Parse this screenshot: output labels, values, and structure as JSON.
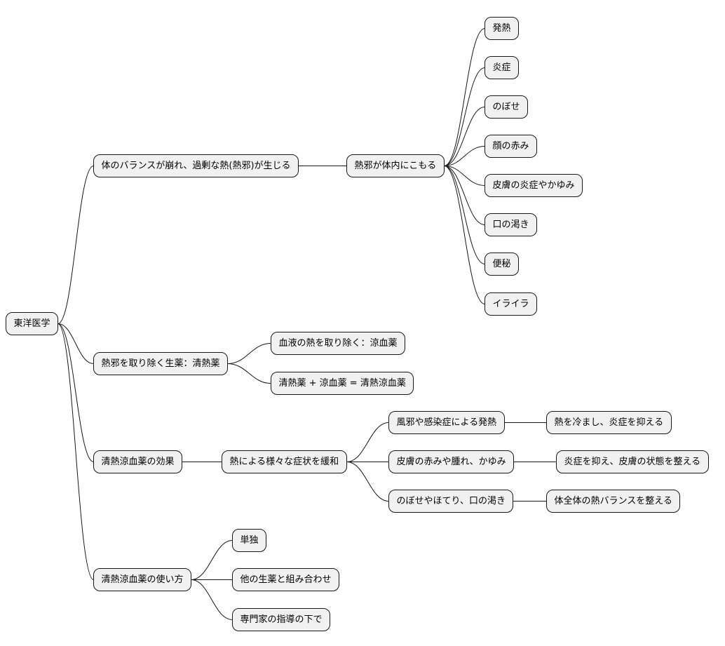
{
  "colors": {
    "node_fill": "#f1f1f1",
    "node_stroke": "#181818",
    "line": "#181818"
  },
  "mindmap": {
    "root": {
      "label": "東洋医学"
    },
    "branches": [
      {
        "label": "体のバランスが崩れ、過剰な熱(熱邪)が生じる",
        "children": [
          {
            "label": "熱邪が体内にこもる",
            "children": [
              {
                "label": "発熱"
              },
              {
                "label": "炎症"
              },
              {
                "label": "のぼせ"
              },
              {
                "label": "顔の赤み"
              },
              {
                "label": "皮膚の炎症やかゆみ"
              },
              {
                "label": "口の渇き"
              },
              {
                "label": "便秘"
              },
              {
                "label": "イライラ"
              }
            ]
          }
        ]
      },
      {
        "label": "熱邪を取り除く生薬：清熱薬",
        "children": [
          {
            "label": "血液の熱を取り除く：涼血薬"
          },
          {
            "label": "清熱薬 + 涼血薬 = 清熱涼血薬"
          }
        ]
      },
      {
        "label": "清熱涼血薬の効果",
        "children": [
          {
            "label": "熱による様々な症状を緩和",
            "children": [
              {
                "label": "風邪や感染症による発熱",
                "children": [
                  {
                    "label": "熱を冷まし、炎症を抑える"
                  }
                ]
              },
              {
                "label": "皮膚の赤みや腫れ、かゆみ",
                "children": [
                  {
                    "label": "炎症を抑え、皮膚の状態を整える"
                  }
                ]
              },
              {
                "label": "のぼせやほてり、口の渇き",
                "children": [
                  {
                    "label": "体全体の熱バランスを整える"
                  }
                ]
              }
            ]
          }
        ]
      },
      {
        "label": "清熱涼血薬の使い方",
        "children": [
          {
            "label": "単独"
          },
          {
            "label": "他の生薬と組み合わせ"
          },
          {
            "label": "専門家の指導の下で"
          }
        ]
      }
    ]
  }
}
